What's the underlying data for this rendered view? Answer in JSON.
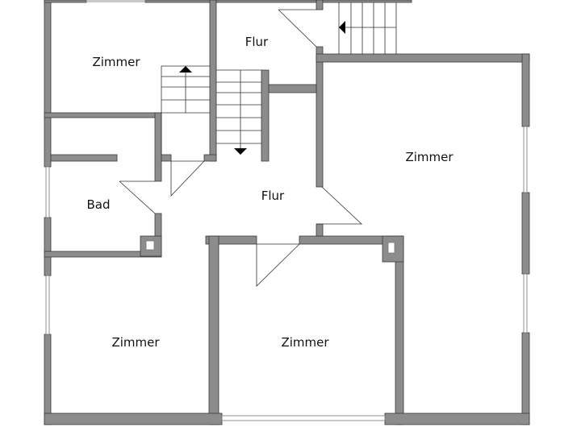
{
  "plan": {
    "rooms": [
      {
        "label": "Zimmer"
      },
      {
        "label": "Flur"
      },
      {
        "label": "Bad"
      },
      {
        "label": "Flur"
      },
      {
        "label": "Zimmer"
      },
      {
        "label": "Zimmer"
      },
      {
        "label": "Zimmer"
      }
    ],
    "colors": {
      "wall": "#8c8c8c",
      "outline": "#3a3a3a"
    }
  }
}
